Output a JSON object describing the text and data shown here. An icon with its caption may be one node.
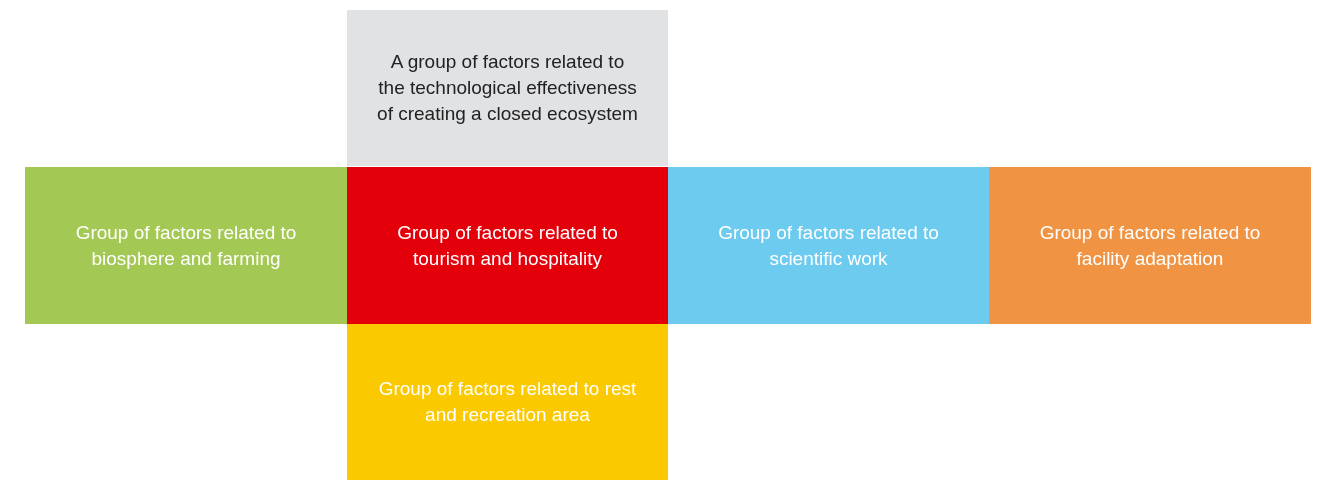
{
  "diagram": {
    "nodes": [
      {
        "text": [
          "A group of factors related to the technological effectiveness of creating a closed ecosystem"
        ]
      },
      {
        "text": [
          "Group of factors related to biosphere and farming"
        ]
      },
      {
        "text": [
          "Group of factors related to tourism and hospitality"
        ]
      },
      {
        "text": [
          "Group of factors related to scientific work"
        ]
      },
      {
        "text": [
          "Group of factors related to facility adaptation"
        ]
      },
      {
        "text": [
          "Group of factors related to rest and recreation area"
        ]
      }
    ]
  }
}
